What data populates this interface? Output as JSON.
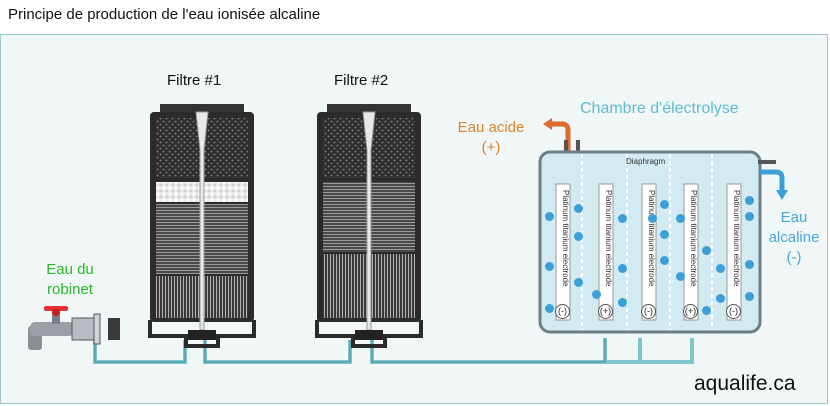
{
  "title": "Principe de production de l'eau ionisée alcaline",
  "filter1_label": "Filtre #1",
  "filter2_label": "Filtre #2",
  "tap_label": [
    "Eau du",
    "robinet"
  ],
  "acid_label": [
    "Eau acide",
    "(+)"
  ],
  "alkaline_label": [
    "Eau",
    "alcaline",
    "(-)"
  ],
  "chamber_label": "Chambre d'électrolyse",
  "diaphragm_label": "Diaphragm",
  "electrode_label": "Platinum titanium electrode",
  "electrode_signs": [
    "(-)",
    "(+)",
    "(-)",
    "(+)",
    "(-)"
  ],
  "brand": "aqualife.ca",
  "colors": {
    "tap": "#2bb52b",
    "acid": "#e0822c",
    "chamber": "#5fbcd0",
    "alkaline": "#4aa6d6",
    "pipe": "#7fc4cc"
  }
}
